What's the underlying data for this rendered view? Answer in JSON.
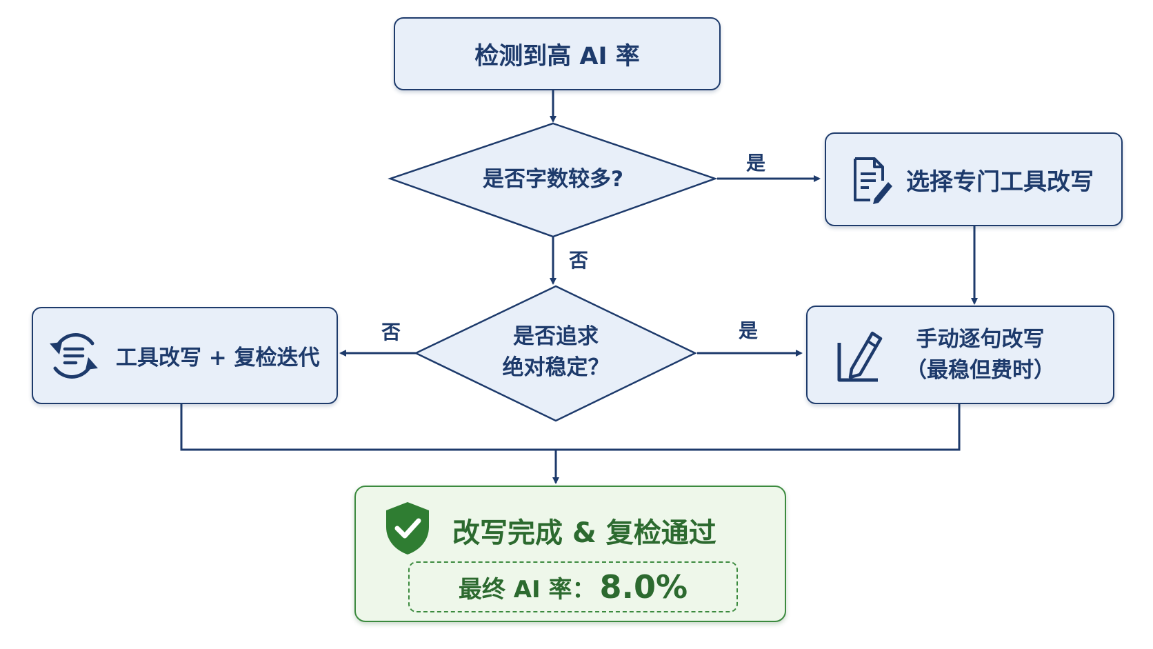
{
  "nodes": {
    "start": "检测到高 AI 率",
    "decision1": "是否字数较多?",
    "tool_select": "选择专门工具改写",
    "decision2_line1": "是否追求",
    "decision2_line2": "绝对稳定？",
    "tool_iterate": "工具改写 + 复检迭代",
    "manual_line1": "手动逐句改写",
    "manual_line2": "（最稳但费时）",
    "result_title": "改写完成 & 复检通过",
    "final_label": "最终 AI 率：",
    "final_value": "8.0%"
  },
  "edge_labels": {
    "d1_yes": "是",
    "d1_no": "否",
    "d2_yes": "是",
    "d2_no": "否"
  },
  "icons": {
    "tool_select": "document-edit-icon",
    "tool_iterate": "refresh-list-icon",
    "manual": "pencil-edit-icon",
    "result": "shield-check-icon"
  },
  "colors": {
    "primary": "#1d3a6b",
    "box_fill": "#e8eff9",
    "success": "#3b8a3e",
    "success_fill": "#eef7ea"
  }
}
